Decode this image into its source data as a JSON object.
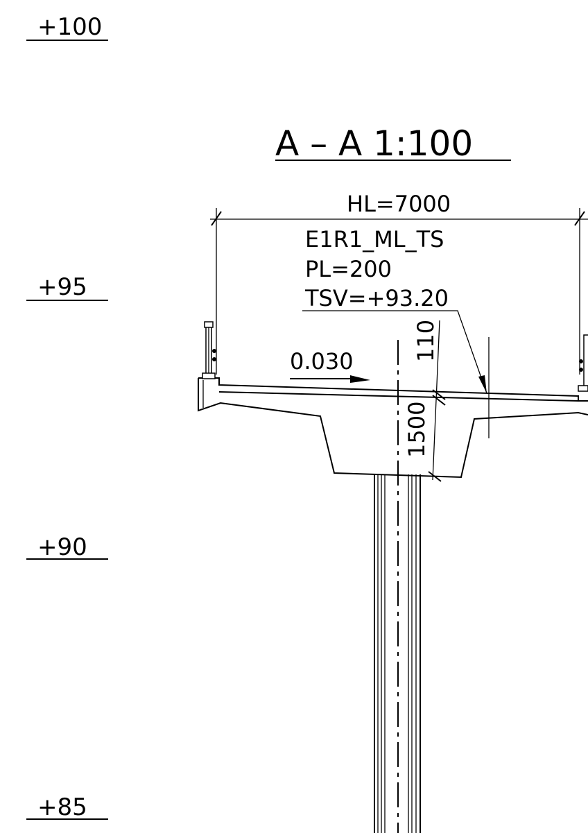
{
  "section": {
    "title": "A – A  1:100"
  },
  "elevation_scale": {
    "levels": [
      "+100",
      "+95",
      "+90",
      "+85"
    ]
  },
  "annotations": {
    "width_dimension": "HL=7000",
    "element_code": "E1R1_ML_TS",
    "plate_label": "PL=200",
    "top_level": "TSV=+93.20",
    "cross_slope": "0.030",
    "overlay_thickness": "110",
    "deck_depth": "1500"
  }
}
